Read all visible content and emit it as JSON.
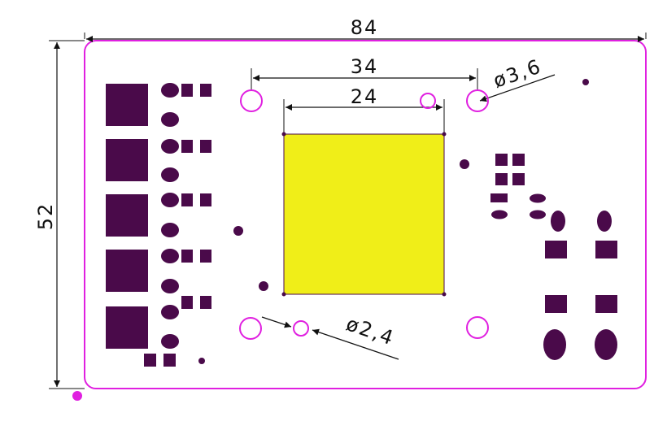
{
  "dimensions": {
    "board_width": "84",
    "board_height": "52",
    "hole_spacing": "34",
    "pad_width": "24",
    "large_hole_diameter": "ø3,6",
    "small_hole_diameter": "ø2,4"
  },
  "colors": {
    "outline": "#e020e0",
    "pad": "#4a0a4a",
    "thermal_pad": "#f0ee18",
    "dimension_line": "#111111",
    "background": "#ffffff"
  }
}
